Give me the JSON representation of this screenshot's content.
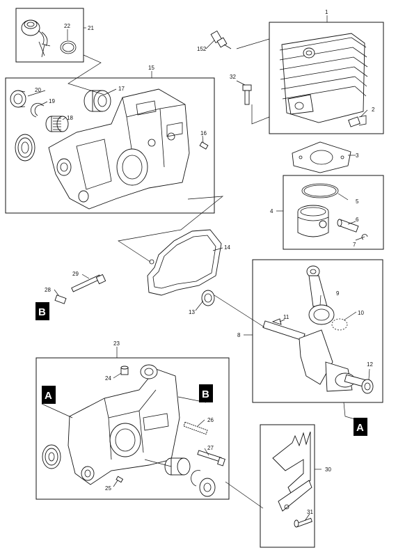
{
  "labels": {
    "l1": "1",
    "l2": "2",
    "l3": "3",
    "l4": "4",
    "l5": "5",
    "l6": "6",
    "l7": "7",
    "l8": "8",
    "l9": "9",
    "l10": "10",
    "l11": "11",
    "l12": "12",
    "l13": "13",
    "l14": "14",
    "l15": "15",
    "l16": "16",
    "l17": "17",
    "l18": "18",
    "l19": "19",
    "l20": "20",
    "l21": "21",
    "l22": "22",
    "l23": "23",
    "l24": "24",
    "l25": "25",
    "l26": "26",
    "l27": "27",
    "l28": "28",
    "l29": "29",
    "l30": "30",
    "l31": "31",
    "l32": "32",
    "l152": "152"
  },
  "markers": {
    "a": "A",
    "b": "B"
  }
}
